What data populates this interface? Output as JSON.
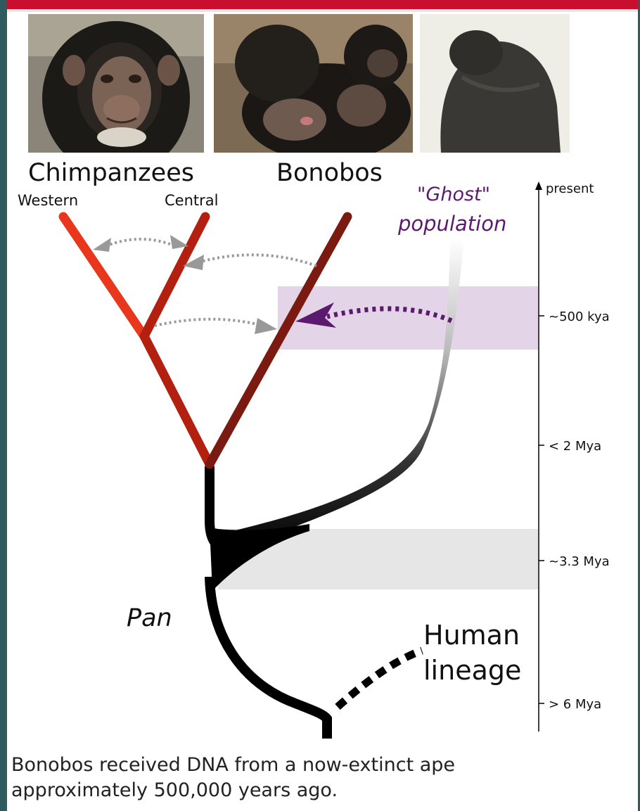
{
  "species": {
    "chimpanzees": "Chimpanzees",
    "western": "Western",
    "central": "Central",
    "bonobos": "Bonobos",
    "ghost_line1": "\"Ghost\"",
    "ghost_line2": "population",
    "pan": "Pan",
    "human_line1": "Human",
    "human_line2": "lineage"
  },
  "timeline": {
    "top_label": "present",
    "ticks": [
      "~500 kya",
      "< 2 Mya",
      "~3.3 Mya",
      "> 6 Mya"
    ]
  },
  "caption": {
    "line1": "Bonobos received DNA from a now-extinct ape",
    "line2": "approximately 500,000 years ago."
  },
  "colors": {
    "western_branch": "#e8371c",
    "central_branch": "#b4200f",
    "bonobo_branch": "#7a1a10",
    "pan_trunk": "#000000",
    "ghost_arrow": "#5b1a6e",
    "purple_band": "#e3d4e8",
    "grey_band": "#e6e6e6",
    "gene_flow_arrow": "#999999"
  },
  "icons": [
    "chimpanzee-photo",
    "bonobo-photo",
    "ghost-ape-photo"
  ]
}
